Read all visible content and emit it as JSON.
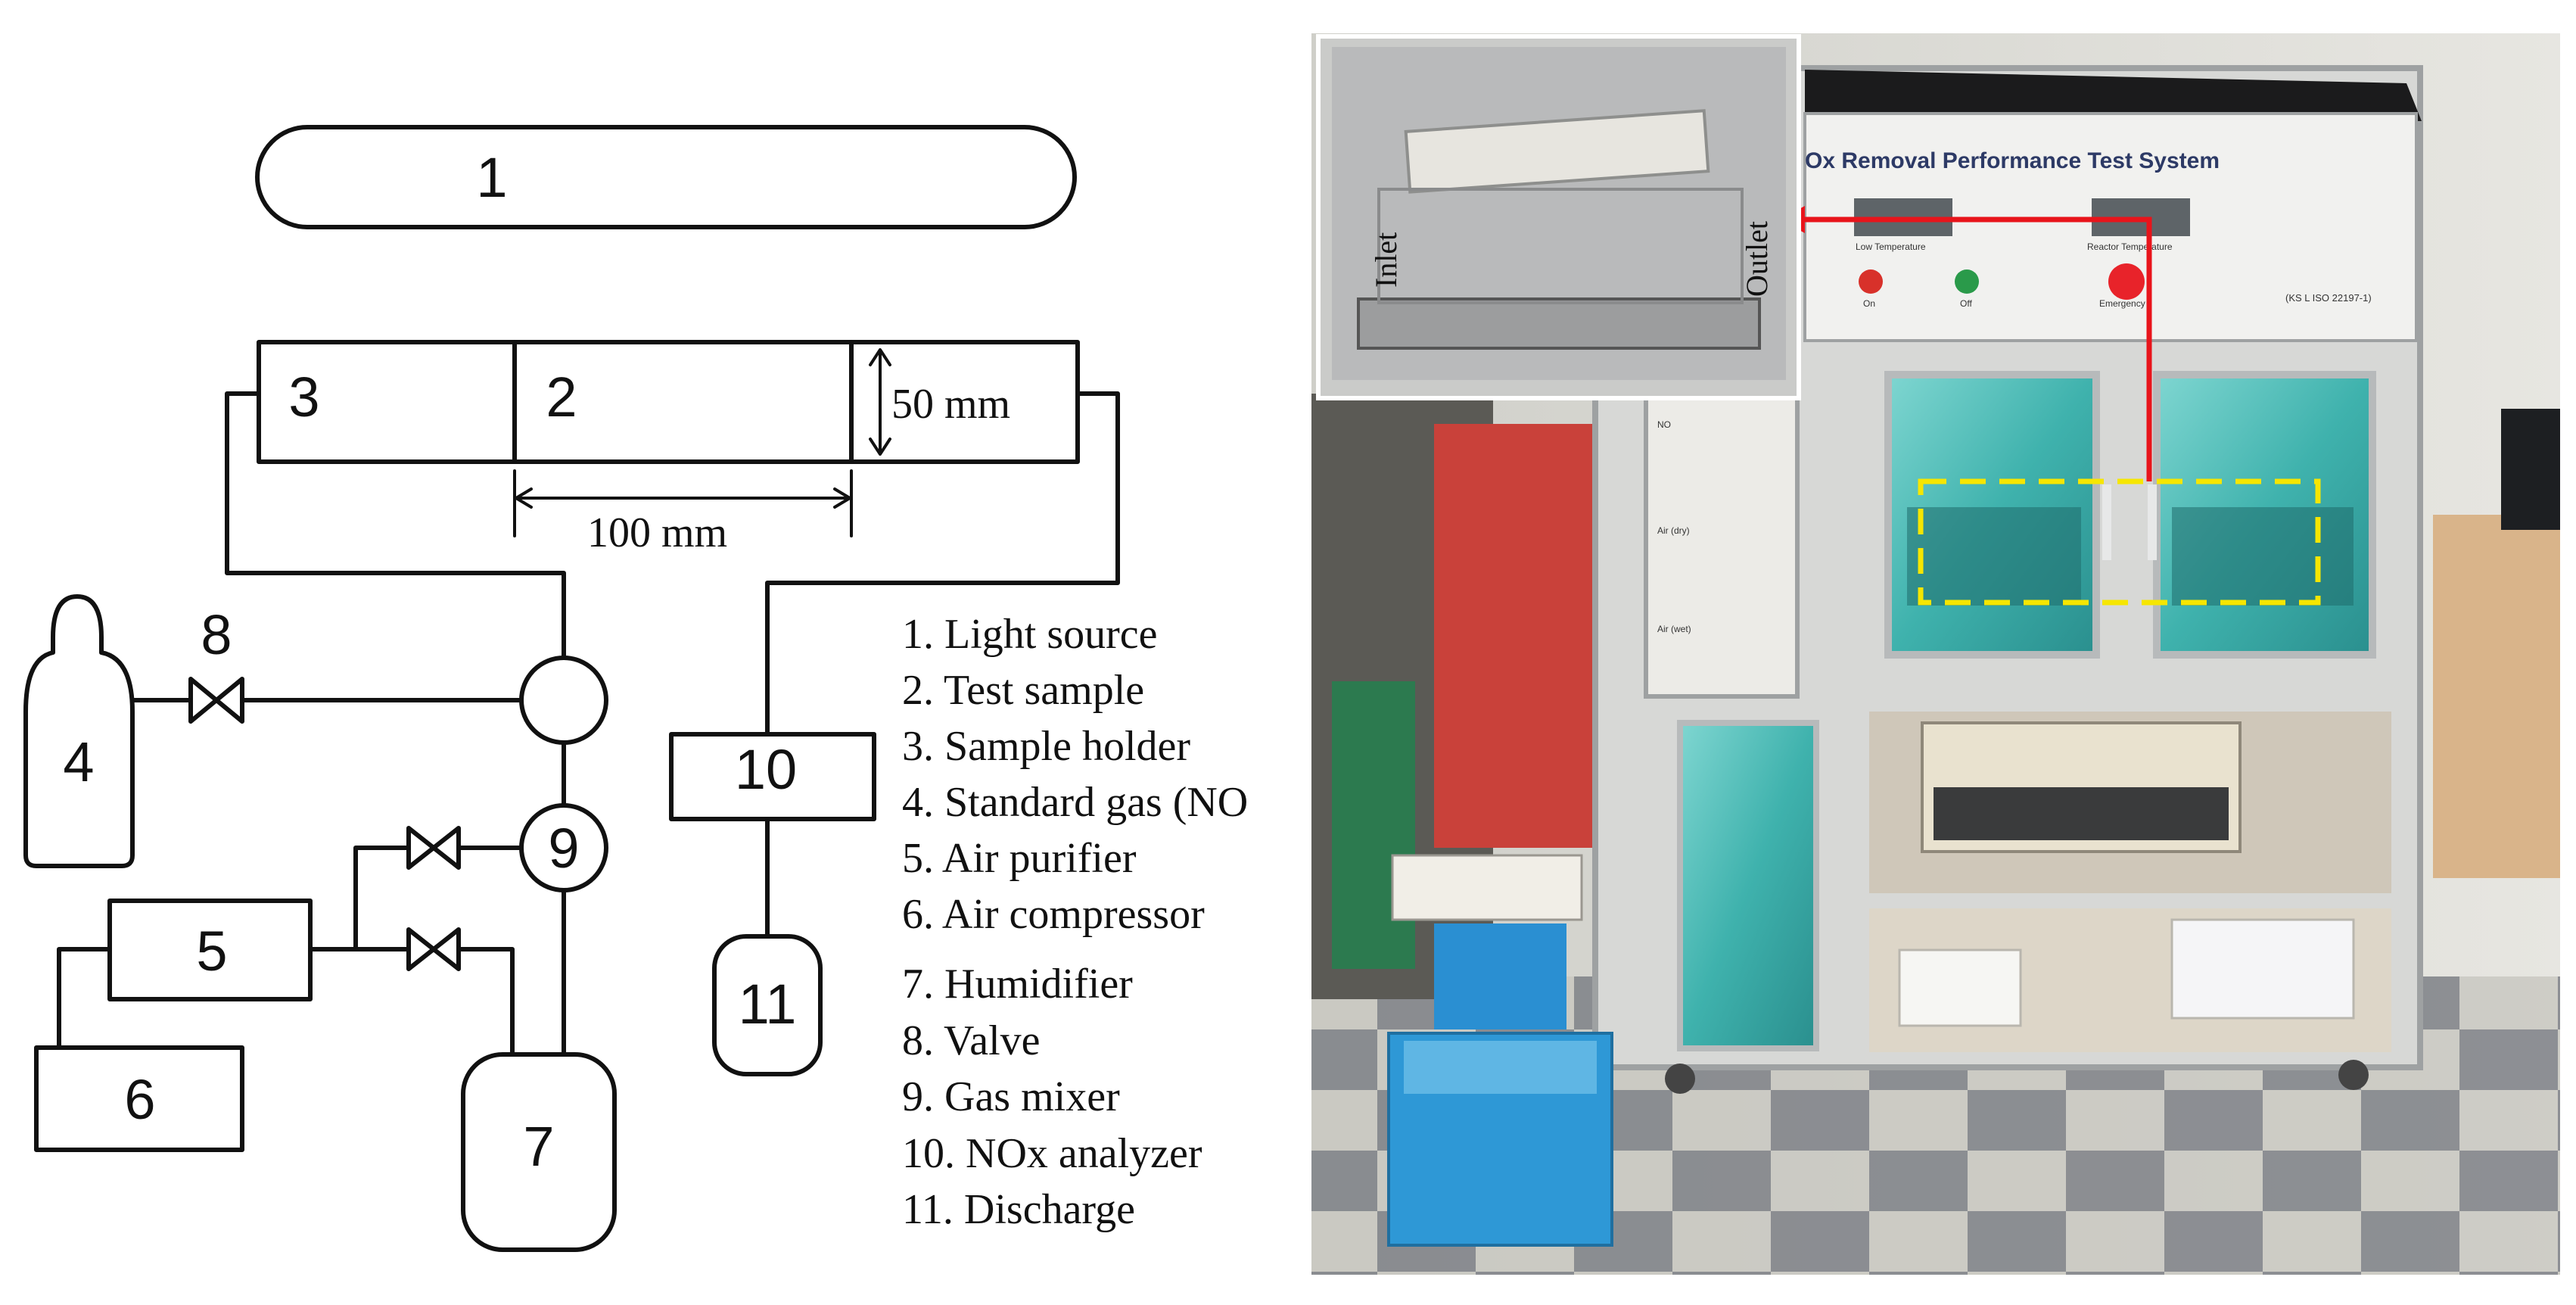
{
  "diagram": {
    "component_numbers": {
      "n1": "1",
      "n2": "2",
      "n3": "3",
      "n4": "4",
      "n5": "5",
      "n6": "6",
      "n7": "7",
      "n8": "8",
      "n9": "9",
      "n10": "10",
      "n11": "11"
    },
    "dimensions": {
      "height": "50 mm",
      "length": "100 mm"
    },
    "legend": [
      "1. Light source",
      "2. Test sample",
      "3. Sample holder",
      "4. Standard gas (NO",
      "5. Air purifier",
      "6. Air compressor",
      "7. Humidifier",
      "8. Valve",
      "9. Gas mixer",
      "10. NOx analyzer",
      "11. Discharge"
    ]
  },
  "photo": {
    "inset_labels": {
      "inlet": "Inlet",
      "outlet": "Outlet"
    },
    "machine_title": "Ox Removal Performance Test System",
    "panel": {
      "gauge_left": "Low Temperature",
      "gauge_right": "Reactor Temperature",
      "btn_on": "On",
      "btn_off": "Off",
      "btn_emergency": "Emergency",
      "standard": "(KS L ISO 22197-1)"
    },
    "side_labels": {
      "no": "NO",
      "air_dry": "Air (dry)",
      "air_wet": "Air (wet)"
    },
    "colors": {
      "arrow": "#e8141b",
      "highlight_box": "#f6e600",
      "glass": "#2fb3b3"
    }
  }
}
